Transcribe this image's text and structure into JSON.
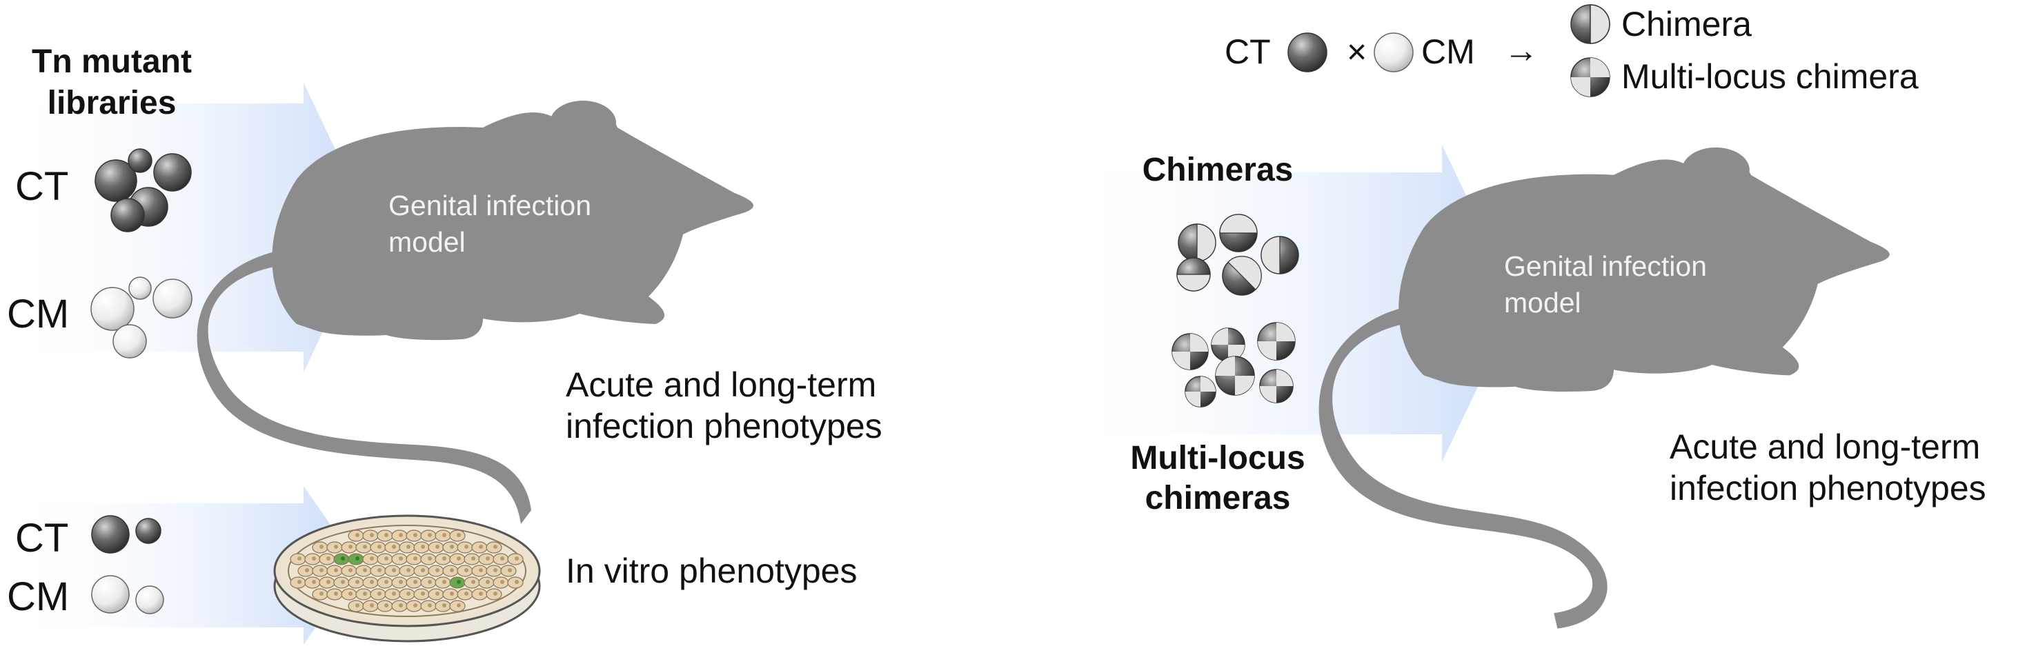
{
  "left_panel": {
    "title_line1": "Tn mutant",
    "title_line2": "libraries",
    "ct_label": "CT",
    "cm_label": "CM",
    "mouse_text_line1": "Genital infection",
    "mouse_text_line2": "model",
    "phenotype_line1": "Acute and long-term",
    "phenotype_line2": "infection phenotypes",
    "dish_ct_label": "CT",
    "dish_cm_label": "CM",
    "in_vitro_label": "In vitro phenotypes"
  },
  "right_panel": {
    "legend": {
      "ct_label": "CT",
      "times_symbol": "×",
      "cm_label": "CM",
      "arrow_symbol": "→",
      "chimera_label": "Chimera",
      "multi_chimera_label": "Multi-locus chimera"
    },
    "chimeras_label": "Chimeras",
    "multi_label_line1": "Multi-locus",
    "multi_label_line2": "chimeras",
    "mouse_text_line1": "Genital infection",
    "mouse_text_line2": "model",
    "phenotype_line1": "Acute and long-term",
    "phenotype_line2": "infection phenotypes"
  },
  "colors": {
    "mouse_gray": "#8c8c8c",
    "ct_dark": "#5a5a5a",
    "cm_light": "#e8e8e8",
    "arrow_blue": "#c9daf8",
    "dish_cell_tan": "#e6d2b0",
    "infected_cell_green": "#6aa84f"
  }
}
